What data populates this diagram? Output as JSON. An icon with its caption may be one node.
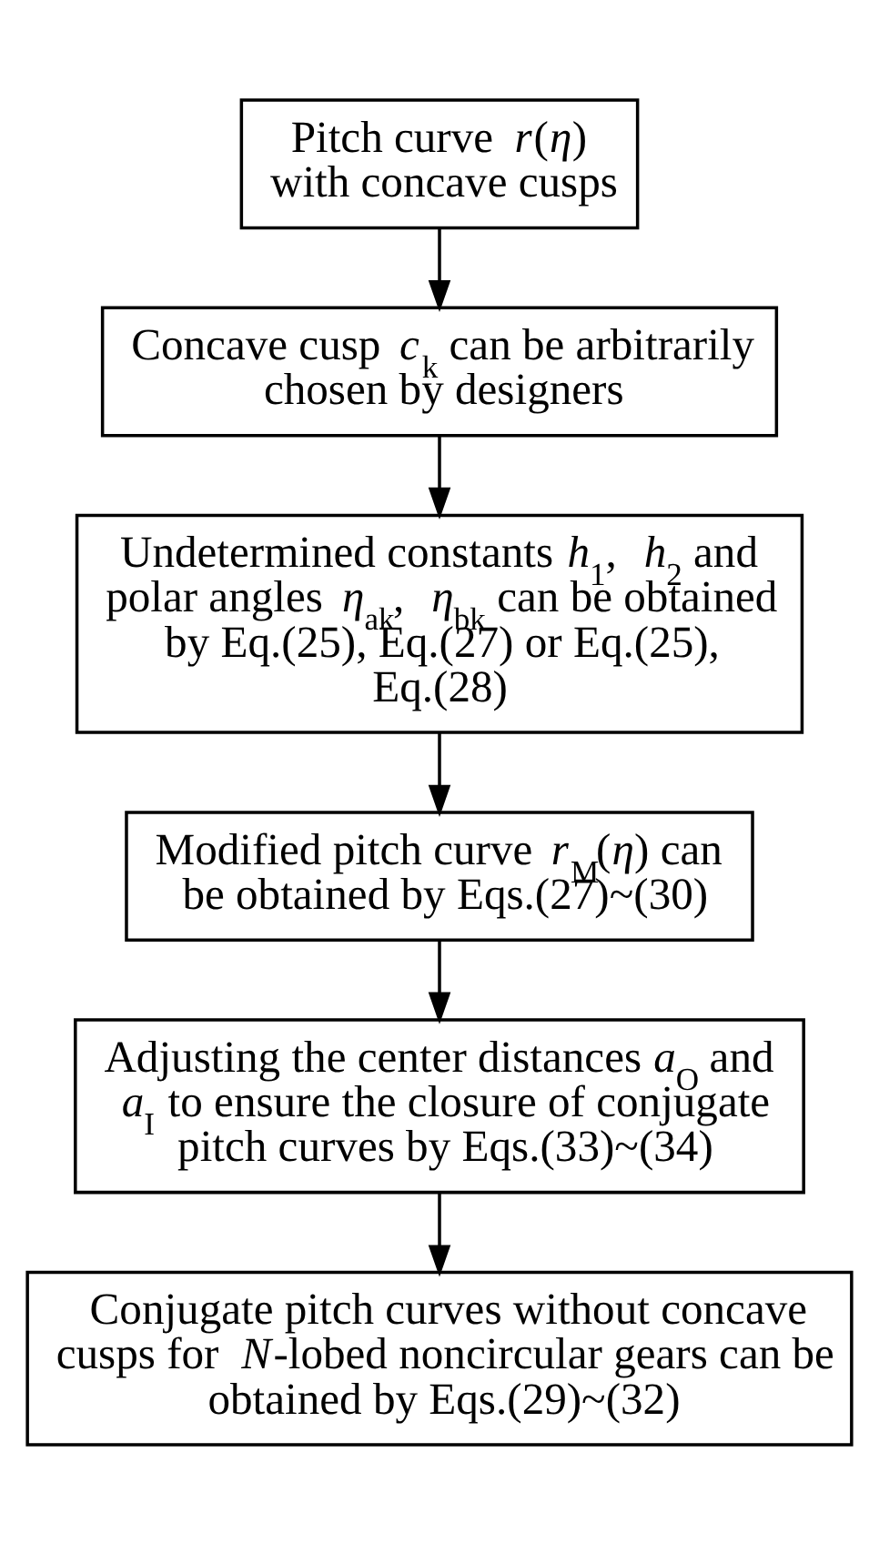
{
  "diagram": {
    "nodes": [
      {
        "text": [
          "Pitch curve *r*(*η*) with concave cusps"
        ]
      },
      {
        "text": [
          "Concave cusp *c*$_{k}$ can be arbitrarily chosen by designers"
        ]
      },
      {
        "text": [
          "Undetermined constants *h*$_{1}$, *h*$_{2}$ and polar angles *η*$_{ak}$, *η*$_{bk}$ can be obtained by Eq.(25), Eq.(27) or Eq.(25), Eq.(28)"
        ]
      },
      {
        "text": [
          "Modified pitch curve *r*$_{M}$(*η*) can be obtained by Eqs.(27)~(30)"
        ]
      },
      {
        "text": [
          "Adjusting the center distances *a*$_{O}$ and *a*$_{I}$ to ensure the closure of conjugate pitch curves by Eqs.(33)~(34)"
        ]
      },
      {
        "text": [
          "Conjugate pitch curves without concave cusps for *N*-lobed noncircular gears can be obtained by Eqs.(29)~(32)"
        ]
      }
    ],
    "edges": [
      {
        "from": 0,
        "to": 1,
        "arrow": "to"
      },
      {
        "from": 1,
        "to": 2,
        "arrow": "to"
      },
      {
        "from": 2,
        "to": 3,
        "arrow": "to"
      },
      {
        "from": 3,
        "to": 4,
        "arrow": "to"
      },
      {
        "from": 4,
        "to": 5,
        "arrow": "to"
      }
    ]
  }
}
